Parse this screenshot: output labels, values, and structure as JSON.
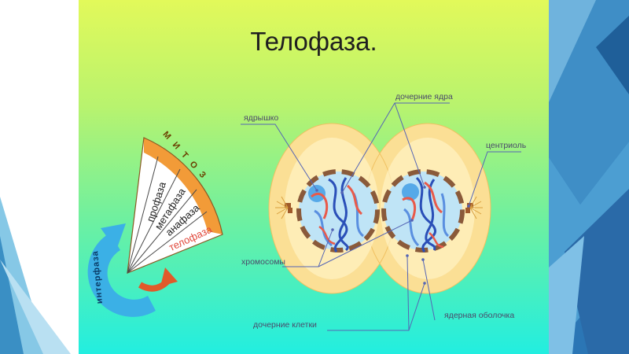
{
  "slide": {
    "title": "Телофаза."
  },
  "wheel": {
    "outer_label": "М И Т О З",
    "phases": [
      "профаза",
      "метафаза",
      "анафаза",
      "телофаза"
    ],
    "interphase_label": "интерфаза"
  },
  "labels": {
    "nucleolus": "ядрышко",
    "daughter_nuclei": "дочерние ядра",
    "centriole": "центриоль",
    "chromosomes": "хромосомы",
    "nuclear_envelope": "ядерная оболочка",
    "daughter_cells": "дочерние клетки"
  },
  "colors": {
    "cell": "#fbdf95",
    "nucleus": "#bfe4f6",
    "chromosome_red": "#e95a4a",
    "chromosome_blue": "#2a4fb8",
    "label_line": "#5565b5",
    "wheel_ring": "#f29b38",
    "interphase_arrow": "#3bb0e6",
    "telophase_text": "#e0473a"
  }
}
